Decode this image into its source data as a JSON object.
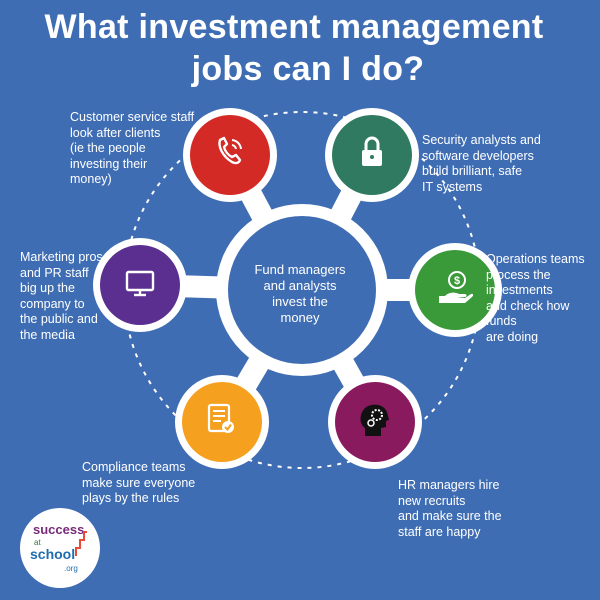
{
  "title_lines": [
    "What investment management",
    "jobs can I do?"
  ],
  "center": {
    "text": "Fund managers\nand analysts\ninvest the\nmoney",
    "color": "#3f6db3"
  },
  "nodes": [
    {
      "id": "customer-service",
      "label": "Customer service staff\nlook after clients\n(ie the people\ninvesting their\nmoney)",
      "color": "#d42a26",
      "icon": "phone-icon"
    },
    {
      "id": "security",
      "label": "Security analysts and\nsoftware developers\n build brilliant, safe\n  IT systems",
      "color": "#2f7a60",
      "icon": "lock-icon"
    },
    {
      "id": "operations",
      "label": "Operations teams\n process the\n   investments\n   and check how\n  funds\n are doing",
      "color": "#3a9a3a",
      "icon": "hand-coin-icon"
    },
    {
      "id": "hr",
      "label": "HR managers hire\nnew recruits\nand make sure the\nstaff are happy",
      "color": "#8a1a5e",
      "icon": "head-gears-icon"
    },
    {
      "id": "compliance",
      "label": "Compliance teams\n  make sure everyone\n   plays by the rules",
      "color": "#f5a01e",
      "icon": "checklist-icon"
    },
    {
      "id": "marketing",
      "label": "Marketing pros\nand PR staff\nbig up the\ncompany to\nthe public and\nthe media",
      "color": "#5b2f8f",
      "icon": "monitor-icon"
    }
  ],
  "logo": {
    "line1": "success",
    "line2": "at",
    "line3": "school",
    "line4": ".org"
  }
}
